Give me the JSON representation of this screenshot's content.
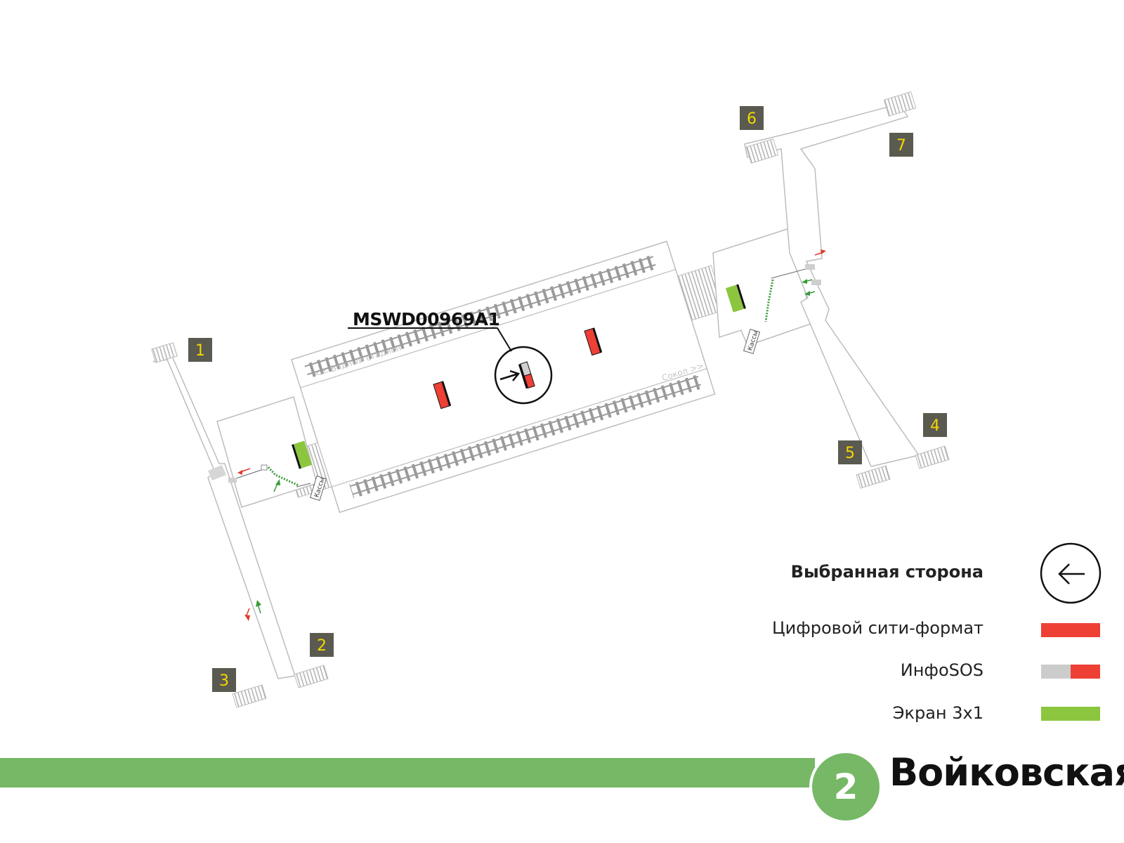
{
  "device": {
    "code": "MSWD00969A1"
  },
  "exits": [
    {
      "label": "1",
      "color": "#f2d600",
      "bg": "#5a5a50"
    },
    {
      "label": "2",
      "color": "#f2d600",
      "bg": "#5a5a50"
    },
    {
      "label": "3",
      "color": "#f2d600",
      "bg": "#5a5a50"
    },
    {
      "label": "4",
      "color": "#f2d600",
      "bg": "#5a5a50"
    },
    {
      "label": "5",
      "color": "#f2d600",
      "bg": "#5a5a50"
    },
    {
      "label": "6",
      "color": "#f2d600",
      "bg": "#5a5a50"
    },
    {
      "label": "7",
      "color": "#f2d600",
      "bg": "#5a5a50"
    }
  ],
  "directions": {
    "left": "<< Водный стадион",
    "right": "Сокол >>"
  },
  "kiosk_label": "Кассы",
  "legend": {
    "selected_side": "Выбранная сторона",
    "city_format": "Цифровой сити-формат",
    "infosos": "ИнфоSOS",
    "screen": "Экран 3х1"
  },
  "colors": {
    "city_format": "#ee4035",
    "infosos_gray": "#cccccc",
    "infosos_red": "#ee4035",
    "screen": "#8cc63f",
    "line": "#76b865",
    "wall": "#bdbdbd"
  },
  "station": {
    "line_number": "2",
    "name": "Войковская"
  }
}
